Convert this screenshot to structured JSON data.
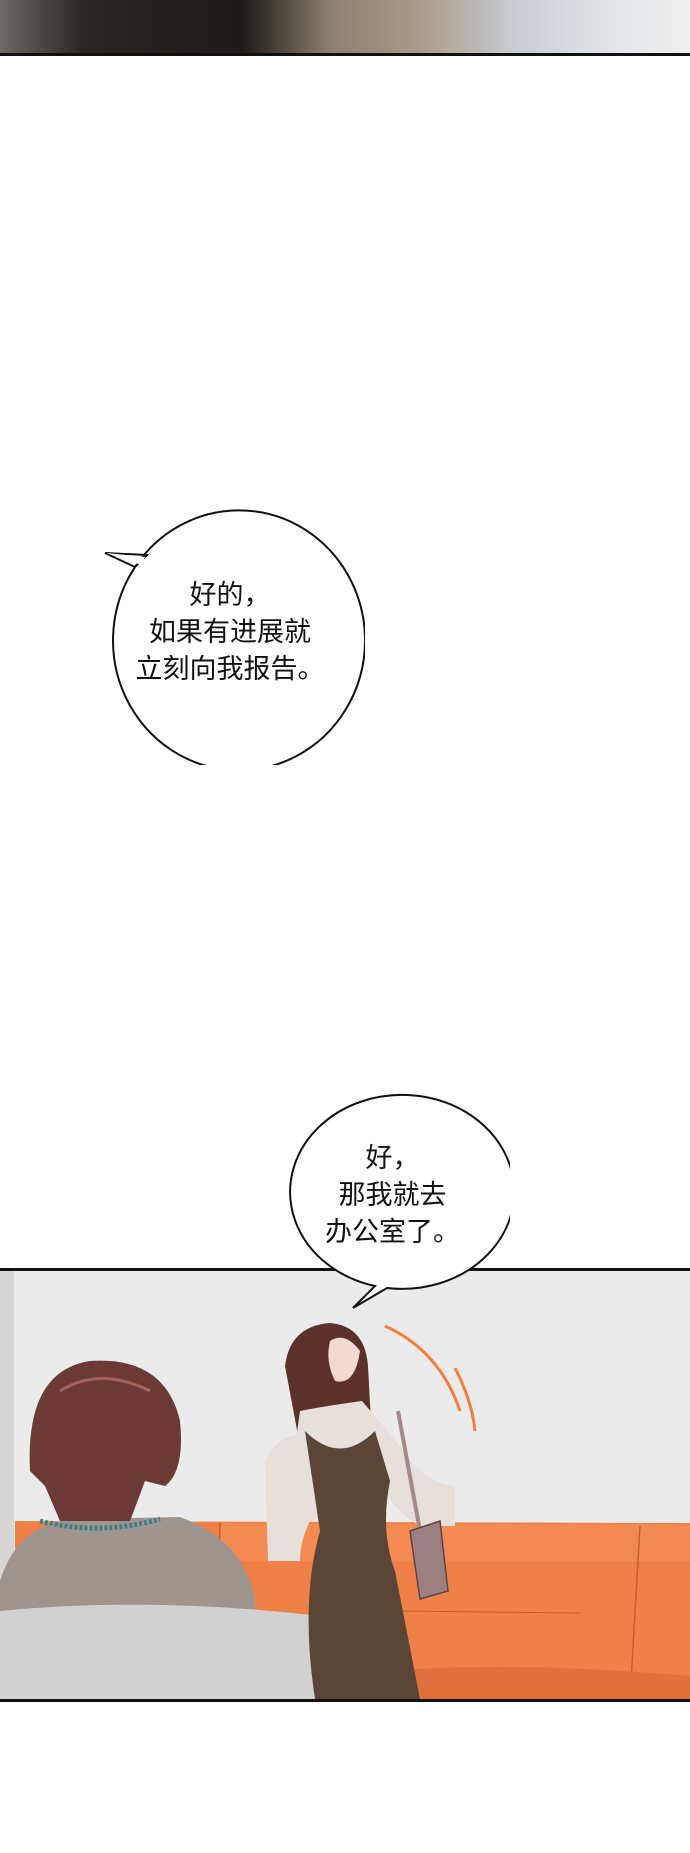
{
  "bubbles": [
    {
      "lines": [
        "好的，",
        "如果有进展就",
        "立刻向我报告。"
      ]
    },
    {
      "lines": [
        "好，",
        "那我就去",
        "办公室了。"
      ]
    }
  ],
  "colors": {
    "sofa": "#ef8048",
    "wall": "#e8e8ea",
    "dress": "#5b4536",
    "ink": "#111111"
  }
}
